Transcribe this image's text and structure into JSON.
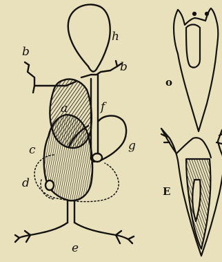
{
  "figure": {
    "labels": {
      "a": "a",
      "b_left": "b",
      "b_right": "b",
      "c": "c",
      "d": "d",
      "e": "e",
      "f": "f",
      "g": "g",
      "h": "h",
      "o": "o",
      "E": "E"
    }
  }
}
